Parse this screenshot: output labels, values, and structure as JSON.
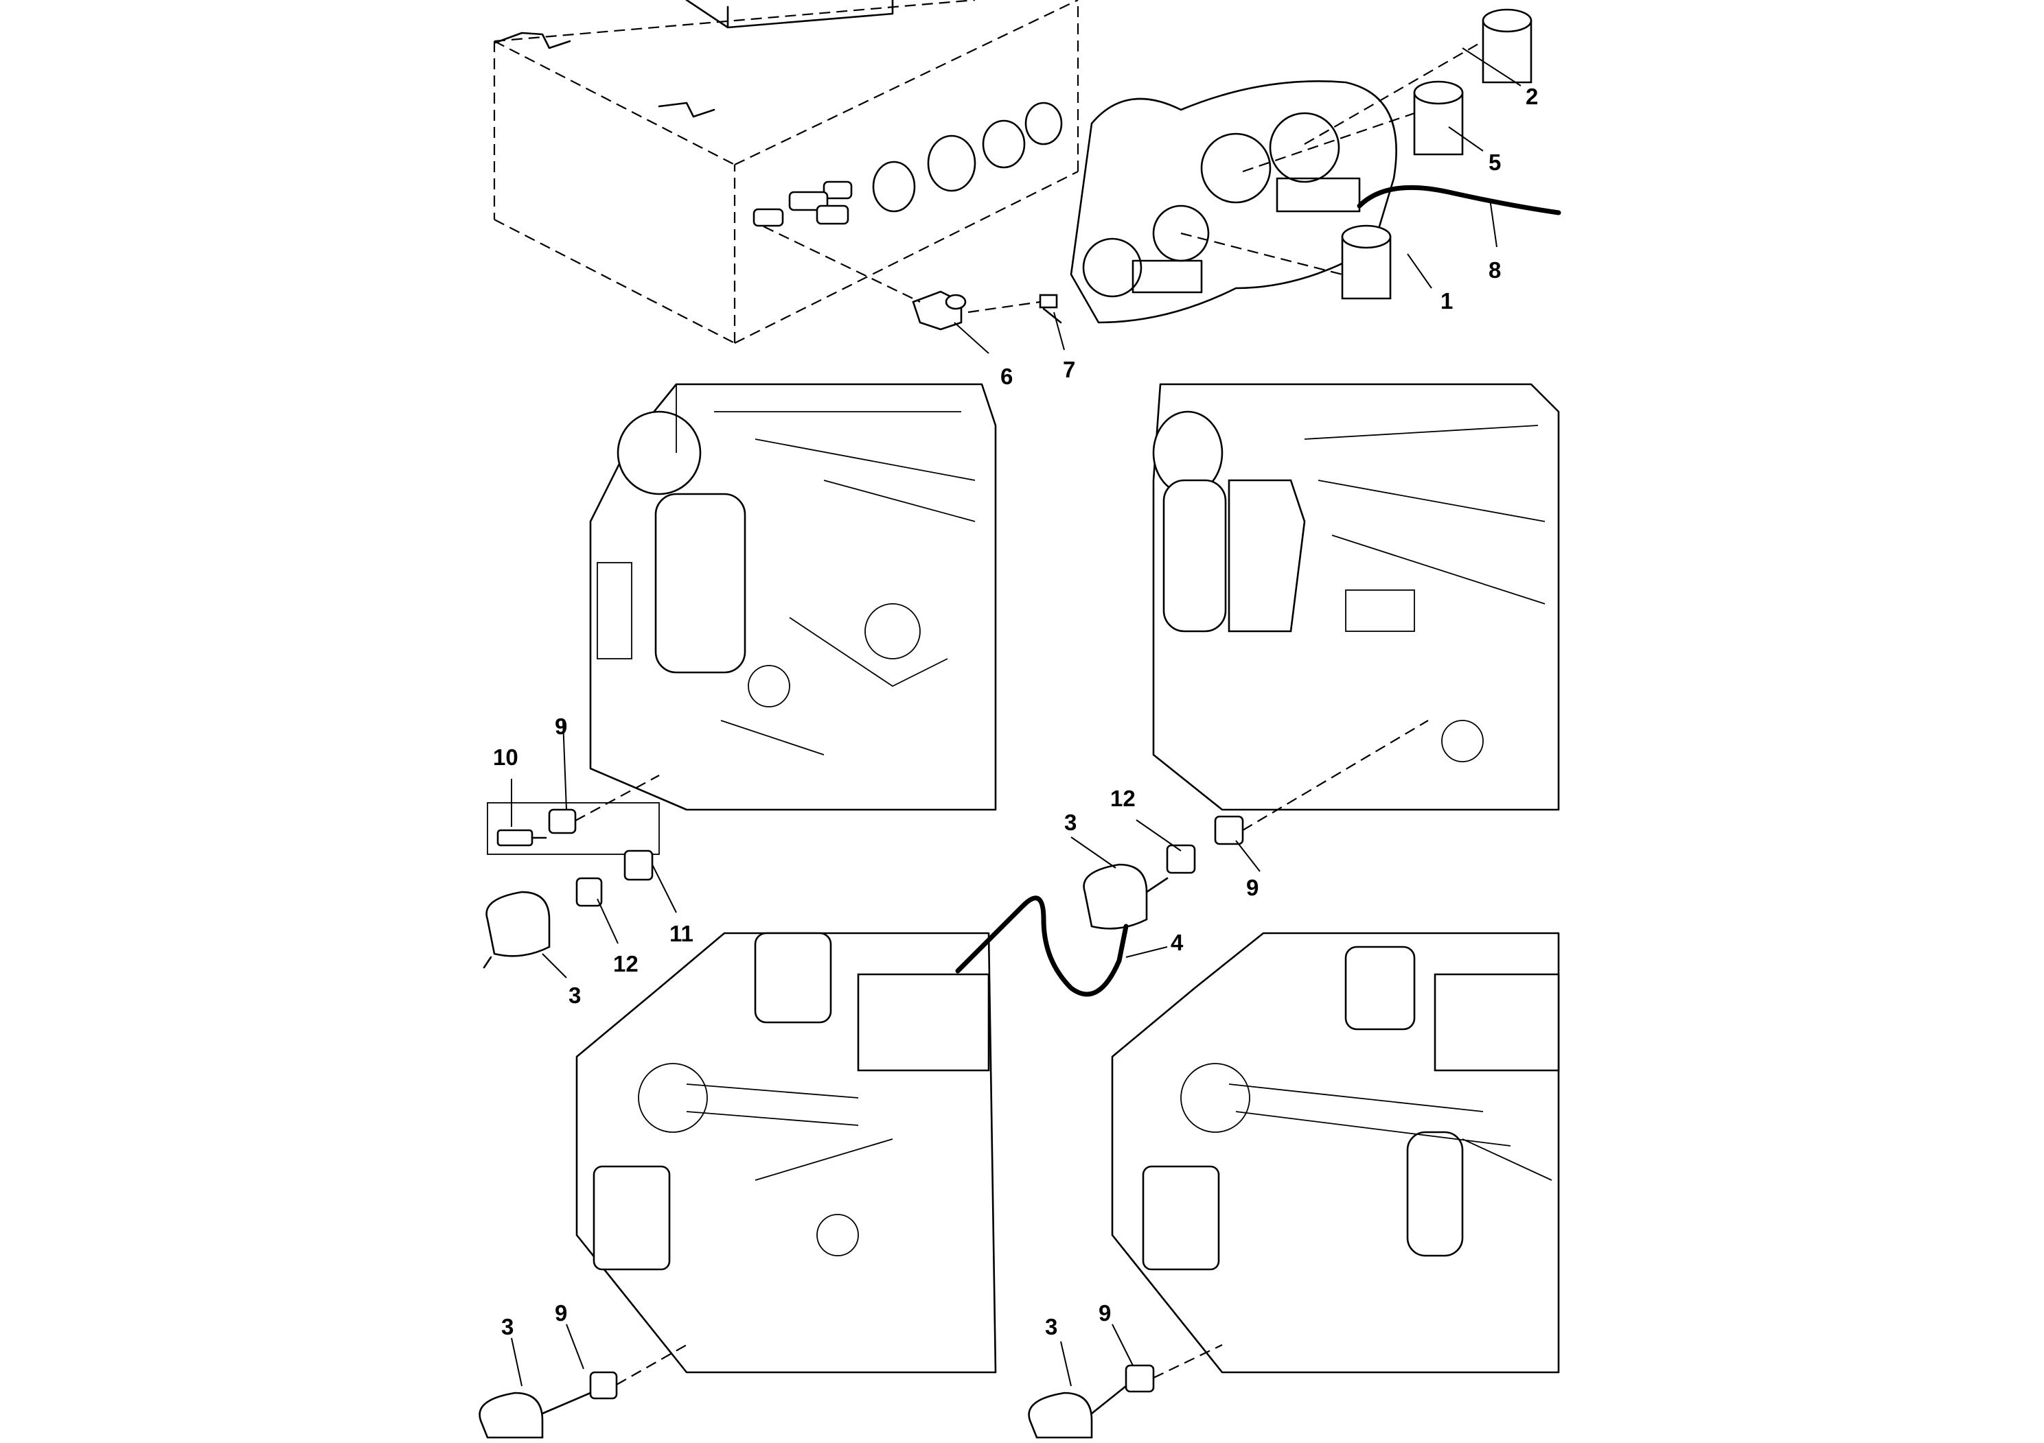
{
  "callouts": {
    "c1": "1",
    "c2": "2",
    "c3a": "3",
    "c3b": "3",
    "c3c": "3",
    "c3d": "3",
    "c4": "4",
    "c5": "5",
    "c6": "6",
    "c7": "7",
    "c8": "8",
    "c9a": "9",
    "c9b": "9",
    "c9c": "9",
    "c9d": "9",
    "c10": "10",
    "c11": "11",
    "c12a": "12",
    "c12b": "12"
  }
}
